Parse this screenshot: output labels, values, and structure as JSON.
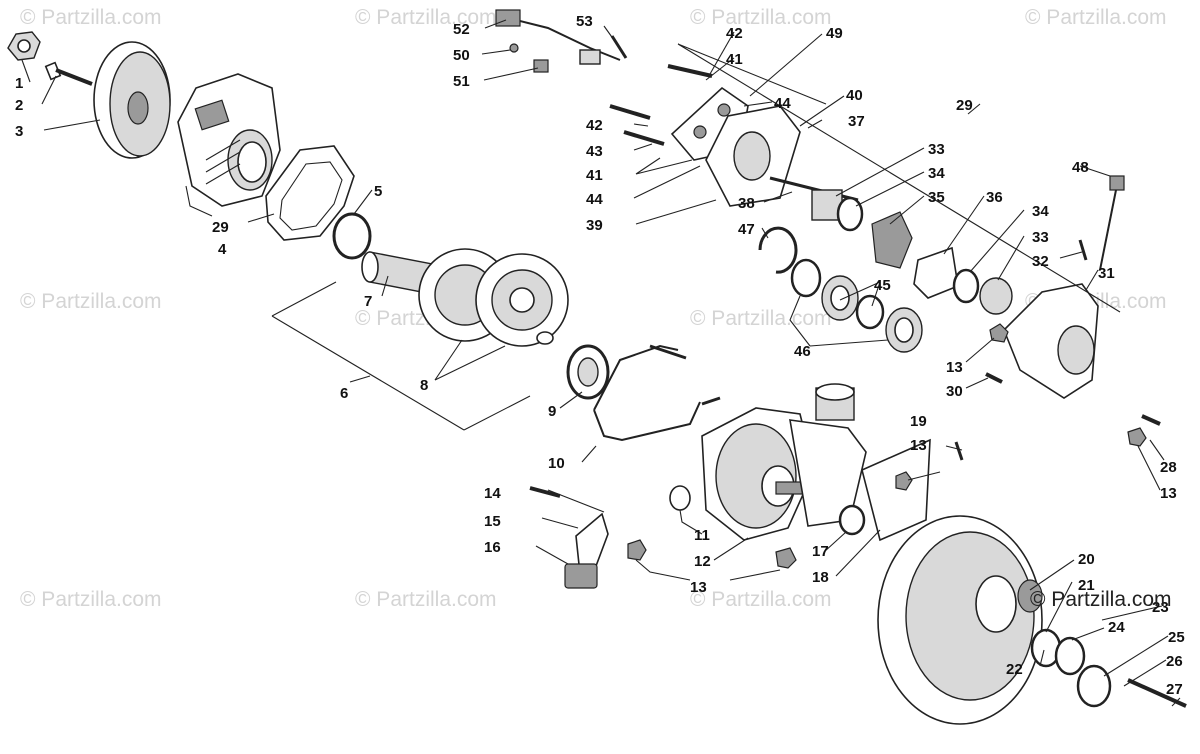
{
  "diagram": {
    "watermark_text": "© Partzilla.com",
    "logo_text": "© Partzilla.com",
    "callouts": [
      "1",
      "2",
      "3",
      "29",
      "4",
      "5",
      "7",
      "6",
      "8",
      "9",
      "10",
      "14",
      "15",
      "16",
      "11",
      "12",
      "13",
      "17",
      "18",
      "52",
      "50",
      "51",
      "53",
      "42",
      "41",
      "49",
      "44",
      "40",
      "37",
      "42",
      "43",
      "41",
      "44",
      "39",
      "38",
      "33",
      "34",
      "35",
      "36",
      "47",
      "34",
      "33",
      "32",
      "48",
      "31",
      "45",
      "46",
      "13",
      "30",
      "19",
      "13",
      "28",
      "13",
      "20",
      "21",
      "23",
      "24",
      "25",
      "26",
      "22",
      "27"
    ]
  }
}
